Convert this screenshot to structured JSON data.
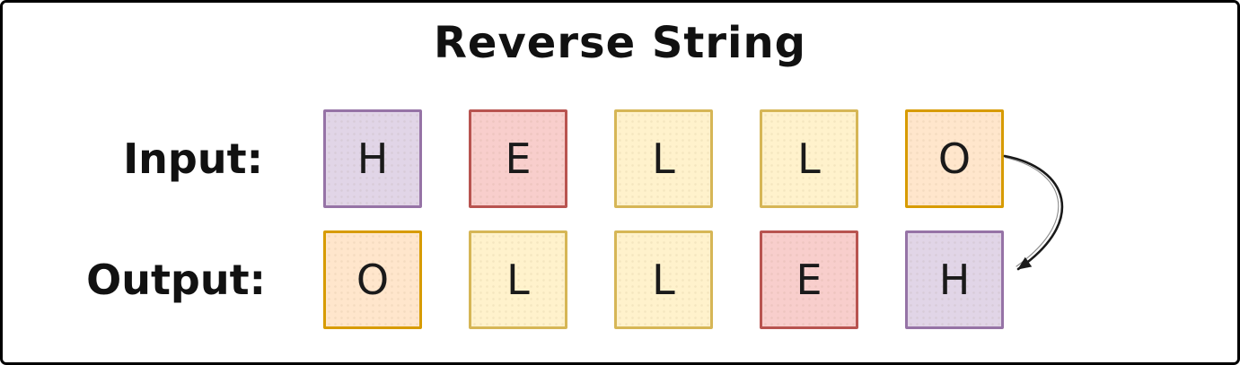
{
  "title": "Reverse String",
  "input": {
    "label": "Input:",
    "cells": [
      {
        "letter": "H",
        "fill": "#e1d5e7",
        "stroke": "#9673a6",
        "color_name": "purple"
      },
      {
        "letter": "E",
        "fill": "#f8cecc",
        "stroke": "#b85450",
        "color_name": "red"
      },
      {
        "letter": "L",
        "fill": "#fff2cc",
        "stroke": "#d6b656",
        "color_name": "yellow"
      },
      {
        "letter": "L",
        "fill": "#fff2cc",
        "stroke": "#d6b656",
        "color_name": "yellow"
      },
      {
        "letter": "O",
        "fill": "#ffe6cc",
        "stroke": "#d79b00",
        "color_name": "orange"
      }
    ]
  },
  "output": {
    "label": "Output:",
    "cells": [
      {
        "letter": "O",
        "fill": "#ffe6cc",
        "stroke": "#d79b00",
        "color_name": "orange"
      },
      {
        "letter": "L",
        "fill": "#fff2cc",
        "stroke": "#d6b656",
        "color_name": "yellow"
      },
      {
        "letter": "L",
        "fill": "#fff2cc",
        "stroke": "#d6b656",
        "color_name": "yellow"
      },
      {
        "letter": "E",
        "fill": "#f8cecc",
        "stroke": "#b85450",
        "color_name": "red"
      },
      {
        "letter": "H",
        "fill": "#e1d5e7",
        "stroke": "#9673a6",
        "color_name": "purple"
      }
    ]
  },
  "arrow": {
    "connects": "input-last-cell-O-to-output-last-cell-H",
    "color": "#000000"
  },
  "frame": {
    "border_color": "#000000",
    "background": "#ffffff"
  }
}
